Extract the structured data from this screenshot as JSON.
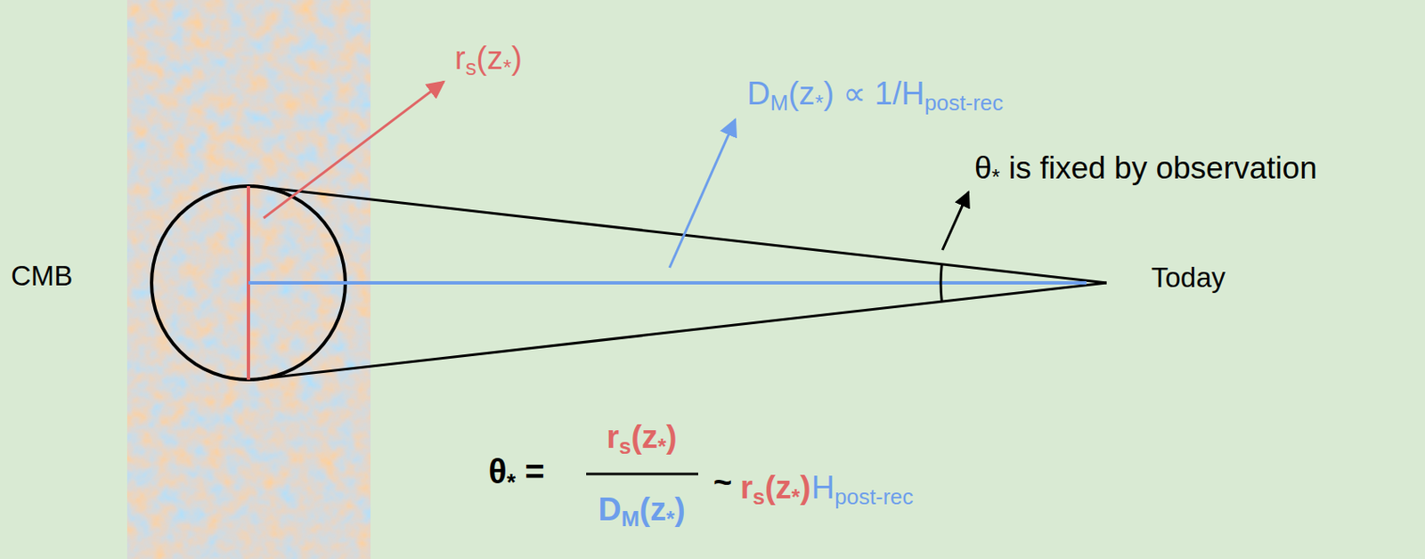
{
  "diagram": {
    "labels": [
      "rs(z*)",
      "DM(z*) ∝ 1/Hpost-rec",
      "θ* is fixed by observation",
      "CMB",
      "Today",
      "θ* =",
      "rs(z*)",
      "DM(z*)",
      "~",
      "rs(z*)",
      "Hpost-rec"
    ]
  }
}
